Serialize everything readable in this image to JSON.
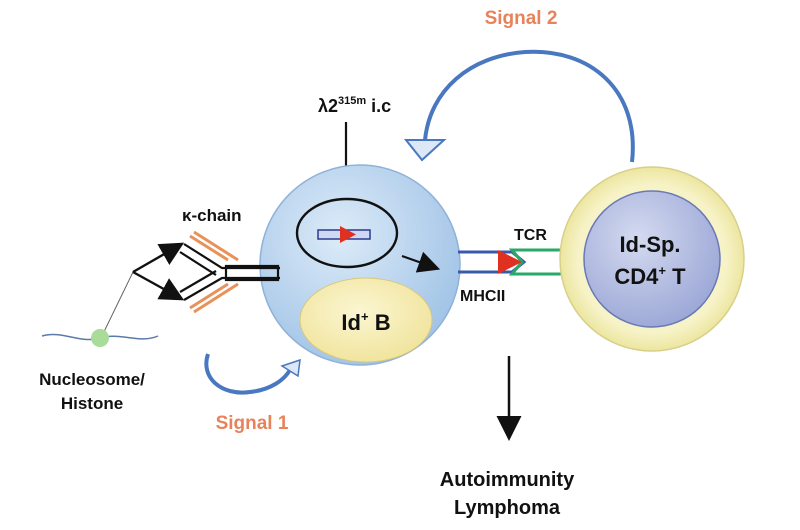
{
  "labels": {
    "signal2": "Signal  2",
    "signal1": "Signal 1",
    "lambda_base": "λ2",
    "lambda_sup": "315m",
    "lambda_tail": " i.c",
    "kappa": "κ-chain",
    "tcr": "TCR",
    "mhc": "MHCII",
    "bcell_main": "Id",
    "bcell_sup": "+",
    "bcell_tail": " B",
    "tcell_line1": "Id-Sp.",
    "tcell_line2_main": "CD4",
    "tcell_line2_sup": "+",
    "tcell_line2_tail": " T",
    "nucleosome_line1": "Nucleosome/",
    "nucleosome_line2": "Histone",
    "outcome_line1": "Autoimmunity",
    "outcome_line2": "Lymphoma"
  },
  "colors": {
    "signal_text": "#e8825a",
    "signal_arrow": "#4a78c0",
    "antibody_orange": "#e8925a",
    "tcr_green": "#2aa86a",
    "mhc_blue": "#3a5aa8",
    "receptor_red": "#e03020",
    "bcell_fill": "#b8d4ee",
    "bnucleus_fill": "#f6ecb0",
    "tcell_ring": "#f4efb2",
    "tcell_core": "#b8c2e4",
    "nucleosome": "#a8dc98"
  }
}
